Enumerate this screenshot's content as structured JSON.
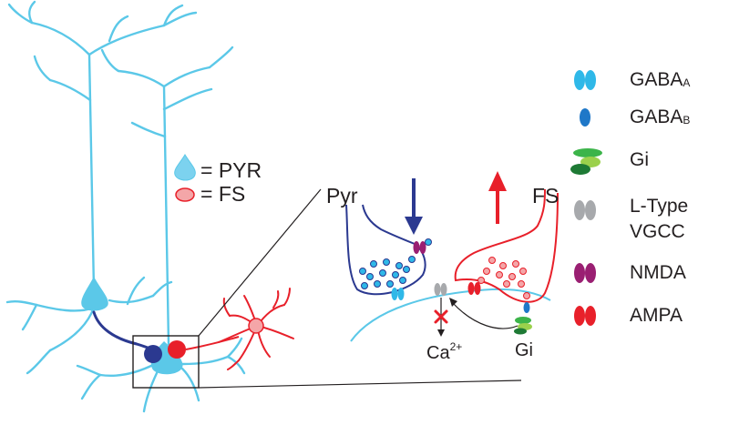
{
  "cells_key": {
    "pyr": "= PYR",
    "fs": "= FS"
  },
  "zoom_panel": {
    "pyr_label": "Pyr",
    "fs_label": "FS",
    "ca_base": "Ca",
    "ca_sup": "2+",
    "gi_label": "Gi"
  },
  "legend": {
    "gabaa": {
      "main": "GABA",
      "sub": "A"
    },
    "gabab": {
      "main": "GABA",
      "sub": "B"
    },
    "gi": "Gi",
    "ltype_line1": "L-Type",
    "ltype_line2": "VGCC",
    "nmda": "NMDA",
    "ampa": "AMPA"
  },
  "colors": {
    "pyramidal_dendrite": "#5bc8e8",
    "pyr_terminal": "#2b3990",
    "fs_cell": "#e8202a",
    "fs_vesicle": "#f4a6a8",
    "gaba_a": "#2fb8e8",
    "gaba_b": "#1f78c8",
    "gi_dark": "#1e7a35",
    "gi_mid": "#3cb44a",
    "gi_light": "#9bd14c",
    "ltype": "#a7a9ac",
    "nmda": "#9a1f72",
    "ampa": "#e8202a"
  }
}
